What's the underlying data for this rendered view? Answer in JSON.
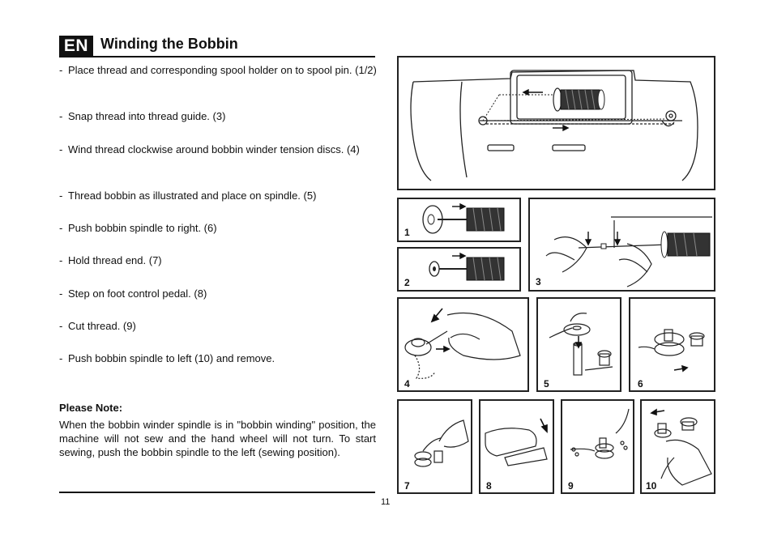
{
  "header": {
    "lang": "EN",
    "title": "Winding the Bobbin"
  },
  "steps": [
    {
      "dash": "-",
      "text": "Place thread and corresponding spool holder on to spool pin. (1/2)"
    },
    {
      "dash": "-",
      "text": "Snap thread into thread guide. (3)"
    },
    {
      "dash": "-",
      "text": "Wind thread clockwise around bobbin winder tension discs. (4)"
    },
    {
      "dash": "-",
      "text": "Thread bobbin as illustrated and place on spindle. (5)"
    },
    {
      "dash": "-",
      "text": "Push bobbin spindle to right. (6)"
    },
    {
      "dash": "-",
      "text": "Hold thread end. (7)"
    },
    {
      "dash": "-",
      "text": "Step on foot control pedal. (8)"
    },
    {
      "dash": "-",
      "text": "Cut thread. (9)"
    },
    {
      "dash": "-",
      "text": "Push bobbin spindle to left (10) and remove."
    }
  ],
  "note": {
    "title": "Please Note:",
    "text": "When the bobbin winder spindle is in \"bobbin winding\" position, the machine will not sew and the hand wheel will not turn. To start sewing, push the bobbin spindle to the left (sewing position)."
  },
  "figures": {
    "labels": [
      "1",
      "2",
      "3",
      "4",
      "5",
      "6",
      "7",
      "8",
      "9",
      "10"
    ]
  },
  "page_number": "11"
}
